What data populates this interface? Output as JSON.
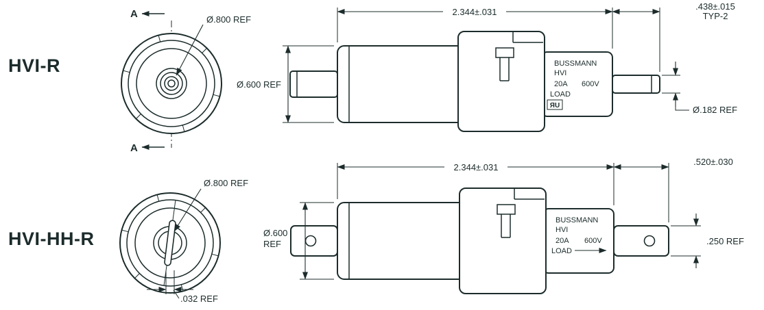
{
  "models": {
    "top": "HVI-R",
    "bottom": "HVI-HH-R"
  },
  "section_marker": "A",
  "dims": {
    "front_dia": "Ø.800 REF",
    "overall": "2.344±.031",
    "pin_len": ".438±.015",
    "pin_len_note": "TYP-2",
    "body_dia": "Ø.600 REF",
    "body_dia_l1": "Ø.600",
    "body_dia_l2": "REF",
    "pin_dia": "Ø.182 REF",
    "blade_len": ".520±.030",
    "blade_thk": ".250 REF",
    "slot": ".032 REF"
  },
  "marking": {
    "brand": "BUSSMANN",
    "series": "HVI",
    "amps": "20A",
    "volts": "600V",
    "load": "LOAD",
    "ul": "ЯU"
  }
}
